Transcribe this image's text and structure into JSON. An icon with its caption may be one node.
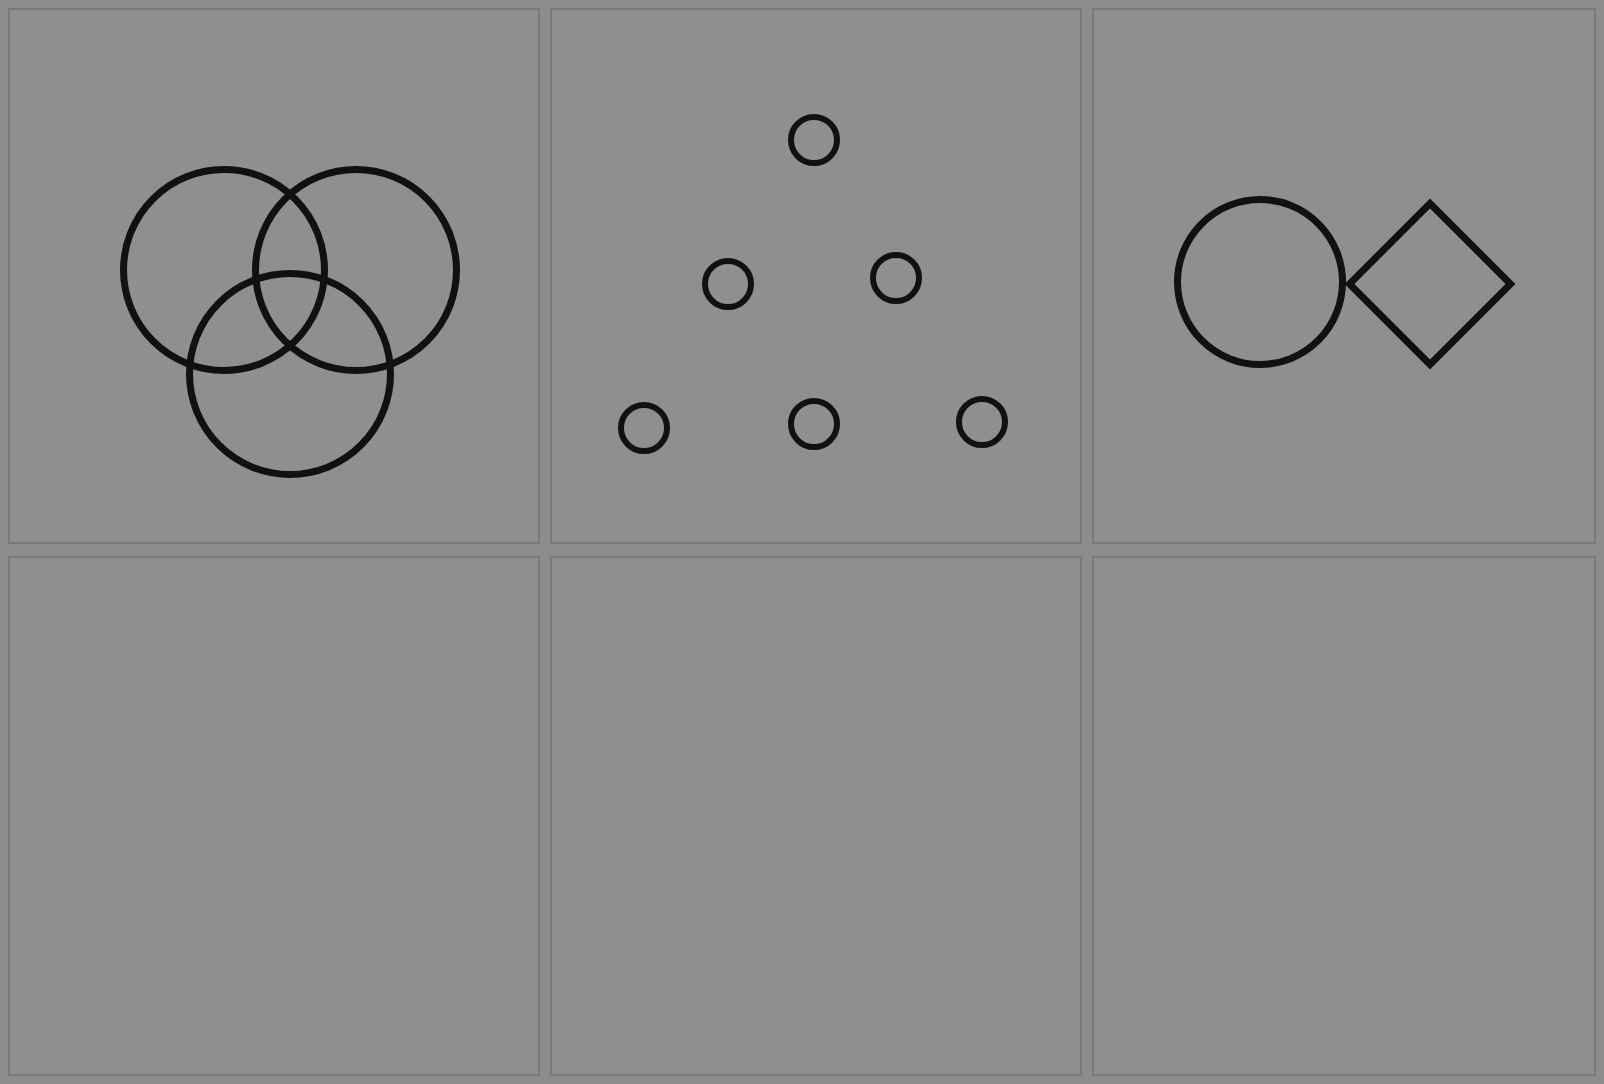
{
  "diagram": {
    "nodes": [
      {
        "text": [],
        "shape": "box"
      },
      {
        "text": [],
        "shape": "circle",
        "in": 0
      },
      {
        "text": [],
        "shape": "circle",
        "in": 0
      },
      {
        "text": [],
        "shape": "circle",
        "in": 0
      },
      {
        "text": [],
        "shape": "box"
      },
      {
        "text": [],
        "shape": "circle",
        "in": 4
      },
      {
        "text": [],
        "shape": "circle",
        "in": 4
      },
      {
        "text": [],
        "shape": "circle",
        "in": 4
      },
      {
        "text": [],
        "shape": "circle",
        "in": 4
      },
      {
        "text": [],
        "shape": "circle",
        "in": 4
      },
      {
        "text": [],
        "shape": "circle",
        "in": 4
      },
      {
        "text": [],
        "shape": "box"
      },
      {
        "text": [],
        "shape": "circle",
        "in": 11
      },
      {
        "text": [],
        "shape": "diamond",
        "in": 11
      },
      {
        "text": [],
        "shape": "box"
      },
      {
        "text": [],
        "shape": "box"
      },
      {
        "text": [],
        "shape": "box"
      }
    ]
  }
}
